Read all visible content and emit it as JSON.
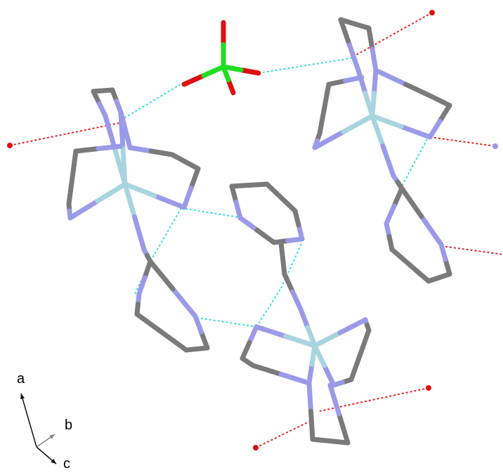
{
  "colors": {
    "carbon": "#7a7a7a",
    "nitrogen": "#9a9ae8",
    "metal": "#a8d4e0",
    "chlorine": "#22dd22",
    "oxygen": "#dd1111",
    "hbond": "#33dddd",
    "contact": "#ee2222",
    "axis_dark": "#111111",
    "axis_light": "#888888"
  },
  "axes": {
    "a": {
      "label": "a",
      "color": "#111111"
    },
    "b": {
      "label": "b",
      "color": "#888888"
    },
    "c": {
      "label": "c",
      "color": "#111111"
    }
  }
}
